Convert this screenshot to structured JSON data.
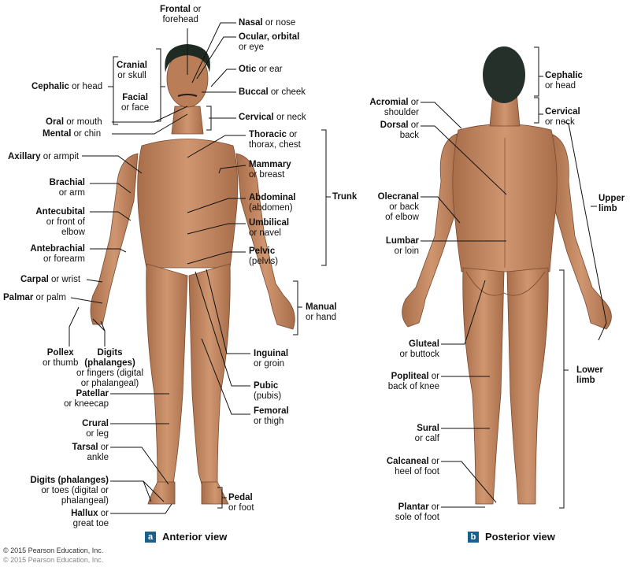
{
  "anterior": {
    "caption_letter": "a",
    "caption": "Anterior view",
    "labels": {
      "frontal": {
        "term": "Frontal",
        "rest": " or",
        "line2": "forehead"
      },
      "nasal": {
        "term": "Nasal",
        "rest": " or nose"
      },
      "ocular": {
        "term": "Ocular, orbital",
        "line2": "or eye"
      },
      "cranial": {
        "term": "Cranial",
        "line2": "or skull"
      },
      "cephalic": {
        "term": "Cephalic",
        "rest": " or head"
      },
      "otic": {
        "term": "Otic",
        "rest": " or ear"
      },
      "facial": {
        "term": "Facial",
        "line2": "or face"
      },
      "buccal": {
        "term": "Buccal",
        "rest": " or cheek"
      },
      "oral": {
        "term": "Oral",
        "rest": " or mouth"
      },
      "cervical": {
        "term": "Cervical",
        "rest": " or neck"
      },
      "mental": {
        "term": "Mental",
        "rest": " or chin"
      },
      "thoracic": {
        "term": "Thoracic",
        "rest": " or",
        "line2": "thorax, chest"
      },
      "axillary": {
        "term": "Axillary",
        "rest": " or armpit"
      },
      "mammary": {
        "term": "Mammary",
        "line2": "or breast"
      },
      "brachial": {
        "term": "Brachial",
        "line2": "or arm"
      },
      "abdominal": {
        "term": "Abdominal",
        "line2": "(abdomen)"
      },
      "trunk": {
        "term": "Trunk"
      },
      "antecubital": {
        "term": "Antecubital",
        "line2": "or front of",
        "line3": "elbow"
      },
      "umbilical": {
        "term": "Umbilical",
        "line2": "or navel"
      },
      "antebrachial": {
        "term": "Antebrachial",
        "line2": "or forearm"
      },
      "pelvic": {
        "term": "Pelvic",
        "line2": "(pelvis)"
      },
      "carpal": {
        "term": "Carpal",
        "rest": " or wrist"
      },
      "palmar": {
        "term": "Palmar",
        "rest": " or palm"
      },
      "manual": {
        "term": "Manual",
        "line2": "or hand"
      },
      "pollex": {
        "term": "Pollex",
        "line2": "or thumb"
      },
      "digits_hand": {
        "term": "Digits",
        "line2": "(phalanges)",
        "line3": "or fingers (digital",
        "line4": "or phalangeal)"
      },
      "inguinal": {
        "term": "Inguinal",
        "line2": "or groin"
      },
      "pubic": {
        "term": "Pubic",
        "line2": "(pubis)"
      },
      "patellar": {
        "term": "Patellar",
        "line2": "or kneecap"
      },
      "femoral": {
        "term": "Femoral",
        "line2": "or thigh"
      },
      "crural": {
        "term": "Crural",
        "line2": "or leg"
      },
      "tarsal": {
        "term": "Tarsal",
        "rest": " or",
        "line2": "ankle"
      },
      "digits_foot": {
        "term": "Digits (phalanges)",
        "line2": "or toes (digital or",
        "line3": "phalangeal)"
      },
      "pedal": {
        "term": "Pedal",
        "line2": "or foot"
      },
      "hallux": {
        "term": "Hallux",
        "rest": " or",
        "line2": "great toe"
      }
    }
  },
  "posterior": {
    "caption_letter": "b",
    "caption": "Posterior view",
    "labels": {
      "cephalic": {
        "term": "Cephalic",
        "line2": "or head"
      },
      "acromial": {
        "term": "Acromial",
        "rest": " or",
        "line2": "shoulder"
      },
      "cervical": {
        "term": "Cervical",
        "line2": "or neck"
      },
      "dorsal": {
        "term": "Dorsal",
        "rest": " or",
        "line2": "back"
      },
      "upper_limb": {
        "term": "Upper",
        "line2": "limb"
      },
      "olecranal": {
        "term": "Olecranal",
        "line2": "or back",
        "line3": "of elbow"
      },
      "lumbar": {
        "term": "Lumbar",
        "line2": "or loin"
      },
      "gluteal": {
        "term": "Gluteal",
        "line2": "or buttock"
      },
      "lower_limb": {
        "term": "Lower",
        "line2": "limb"
      },
      "popliteal": {
        "term": "Popliteal",
        "rest": " or",
        "line2": "back of knee"
      },
      "sural": {
        "term": "Sural",
        "line2": "or calf"
      },
      "calcaneal": {
        "term": "Calcaneal",
        "rest": " or",
        "line2": "heel of foot"
      },
      "plantar": {
        "term": "Plantar",
        "rest": " or",
        "line2": "sole of foot"
      }
    }
  },
  "copyright": "© 2015 Pearson Education, Inc.",
  "copyright_dup": "© 2015 Pearson Education, Inc.",
  "colors": {
    "skin": "#c58a63",
    "skin_dark": "#a8704c",
    "hair": "#1f2a22",
    "badge": "#1b5f8c",
    "line": "#111111"
  }
}
